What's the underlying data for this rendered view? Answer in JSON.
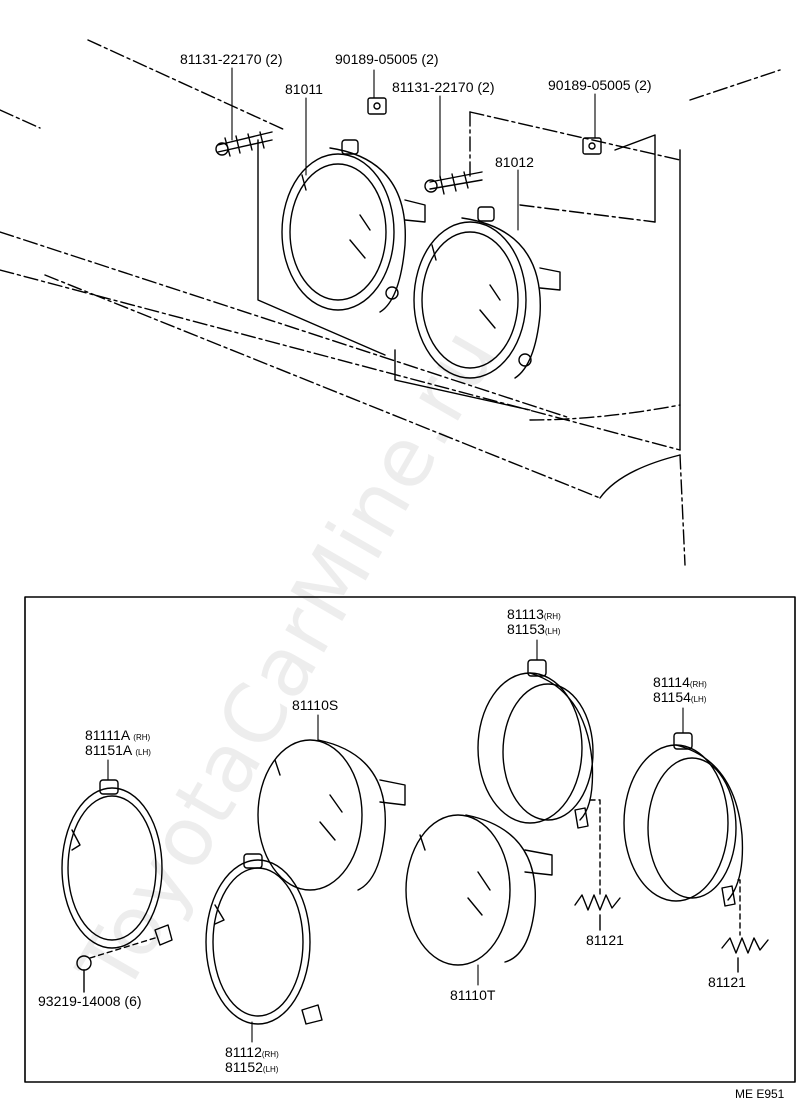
{
  "colors": {
    "ink": "#000000",
    "paper": "#ffffff",
    "watermark": "#e6e6e6"
  },
  "watermark": "ToyotaCarMine.ru",
  "drawing_code": "ME E951",
  "top_labels": {
    "screw_left": "81131-22170 (2)",
    "clip_left": "90189-05005 (2)",
    "lamp_left": "81011",
    "screw_right": "81131-22170 (2)",
    "clip_right": "90189-05005 (2)",
    "lamp_right": "81012"
  },
  "detail_labels": {
    "ring_rh": "81111A",
    "ring_lh": "81151A",
    "nut": "93219-14008 (6)",
    "bulb_s": "81110S",
    "retainer_rh": "81112",
    "retainer_lh": "81152",
    "bulb_t": "81110T",
    "housing_a_rh": "81113",
    "housing_a_lh": "81153",
    "spring_a": "81121",
    "housing_b_rh": "81114",
    "housing_b_lh": "81154",
    "spring_b": "81121"
  },
  "side_tags": {
    "rh": "(RH)",
    "lh": "(LH)"
  }
}
